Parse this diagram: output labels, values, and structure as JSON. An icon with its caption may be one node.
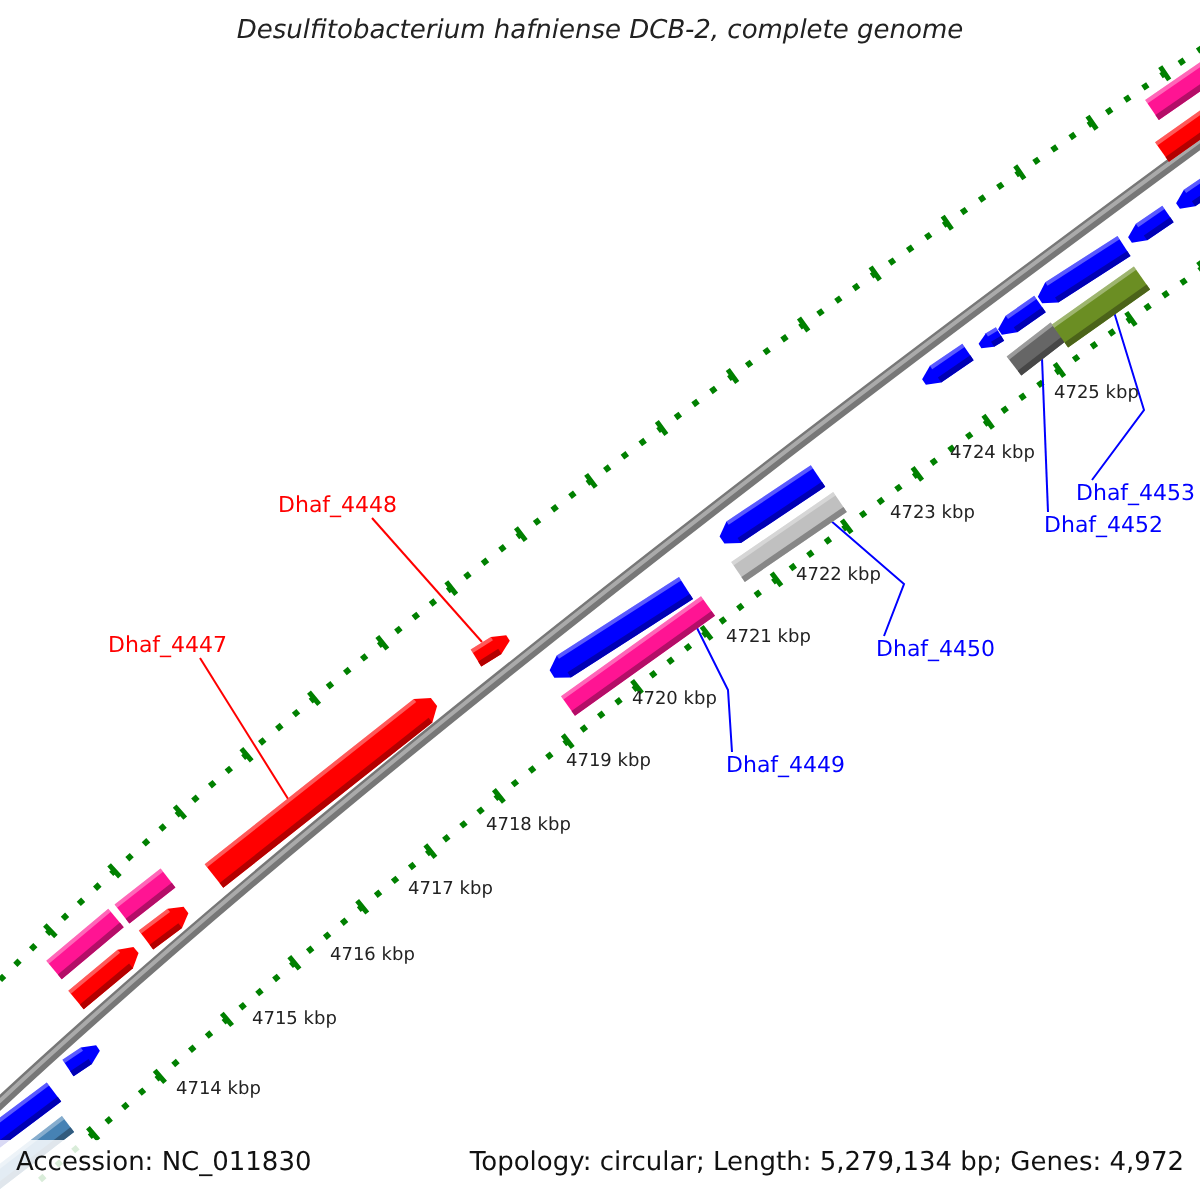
{
  "diagram": {
    "title": "Desulfitobacterium hafniense DCB-2, complete genome",
    "nodes": [
      {
        "text": [
          "Dhaf_4448"
        ]
      },
      {
        "text": [
          "Dhaf_4447"
        ]
      },
      {
        "text": [
          "Dhaf_4450"
        ]
      },
      {
        "text": [
          "Dhaf_4453"
        ]
      },
      {
        "text": [
          "Dhaf_4452"
        ]
      },
      {
        "text": [
          "Dhaf_4449"
        ]
      },
      {
        "text": [],
        "shape": "bar"
      },
      {
        "text": [],
        "shape": "bar"
      },
      {
        "text": [],
        "shape": "bar"
      },
      {
        "text": [],
        "shape": "bar"
      },
      {
        "text": [],
        "shape": "bar"
      },
      {
        "text": [],
        "shape": "bar"
      }
    ],
    "edges": [
      {
        "from": 0,
        "to": 7,
        "arrow": "none",
        "color": "#ff0000"
      },
      {
        "from": 1,
        "to": 6,
        "arrow": "none",
        "color": "#ff0000"
      },
      {
        "from": 2,
        "to": 9,
        "arrow": "none"
      },
      {
        "from": 3,
        "to": 11,
        "arrow": "none"
      },
      {
        "from": 4,
        "to": 10,
        "arrow": "none"
      },
      {
        "from": 5,
        "to": 8,
        "arrow": "none"
      }
    ],
    "labels": [
      "4725 kbp",
      "4724 kbp",
      "4723 kbp",
      "4722 kbp",
      "4721 kbp",
      "4720 kbp",
      "4719 kbp",
      "4718 kbp",
      "4717 kbp",
      "4716 kbp",
      "4715 kbp",
      "4714 kbp",
      "Accession: NC_011830",
      "Topology: circular; Length: 5,279,134 bp; Genes: 4,972"
    ]
  }
}
